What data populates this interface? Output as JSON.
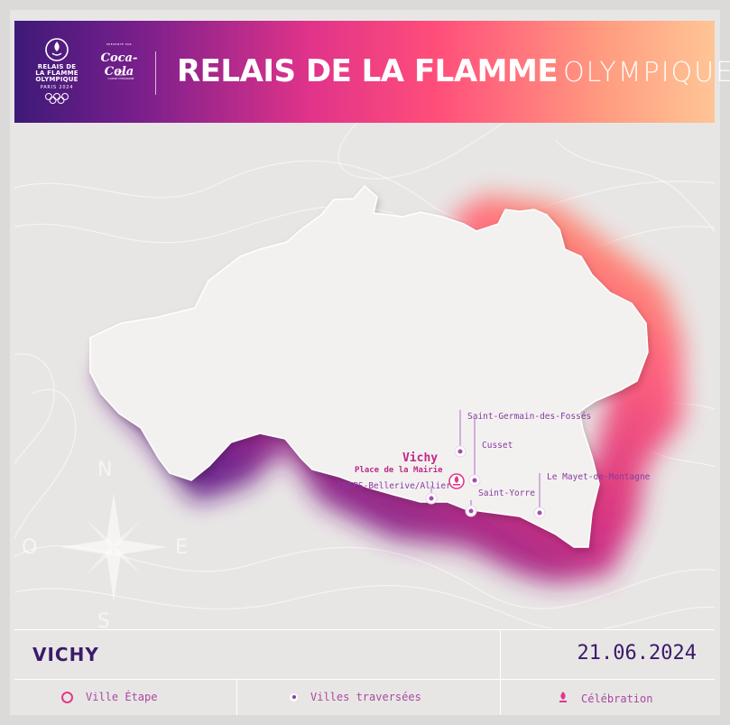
{
  "header": {
    "logo": {
      "title_lines": [
        "RELAIS DE",
        "LA FLAMME",
        "OLYMPIQUE"
      ],
      "paris": "PARIS 2024",
      "partner_intro": "PRÉSENTÉ PAR",
      "partner": "Coca-Cola",
      "sub_partners": [
        "BPCE",
        "GROUPE",
        "CAISSE D'EPARGNE"
      ]
    },
    "title_bold": "RELAIS DE LA FLAMME",
    "title_light": "OLYMPIQUE"
  },
  "map": {
    "compass": {
      "north": "N",
      "east": "E",
      "west": "O",
      "south": "S"
    },
    "places": [
      {
        "id": "vichy",
        "name": "Vichy",
        "detail": "Place de la Mairie",
        "type": "celebration"
      },
      {
        "id": "saint-germain",
        "name": "Saint-Germain-des-Fossés",
        "type": "traversee"
      },
      {
        "id": "cusset",
        "name": "Cusset",
        "type": "traversee"
      },
      {
        "id": "creps",
        "name": "CREPS-Bellerive/Allier",
        "type": "traversee"
      },
      {
        "id": "saint-yorre",
        "name": "Saint-Yorre",
        "type": "traversee"
      },
      {
        "id": "mayet",
        "name": "Le Mayet-de-Montagne",
        "type": "traversee"
      }
    ]
  },
  "footer": {
    "city": "VICHY",
    "date": "21.06.2024",
    "legend": {
      "etape": "Ville Étape",
      "traversees": "Villes traversées",
      "celebration": "Célébration"
    }
  },
  "colors": {
    "header_start": "#3d1a78",
    "header_mid": "#ff4d7a",
    "header_end": "#ffc596",
    "accent_pink": "#e03a88",
    "accent_purple": "#8a3aa0",
    "dark_text": "#3a1a6a"
  },
  "icons": [
    "flame-icon",
    "olympic-rings-icon",
    "compass-rose-icon",
    "ring-marker-icon",
    "dot-marker-icon",
    "flame-celebration-icon"
  ]
}
